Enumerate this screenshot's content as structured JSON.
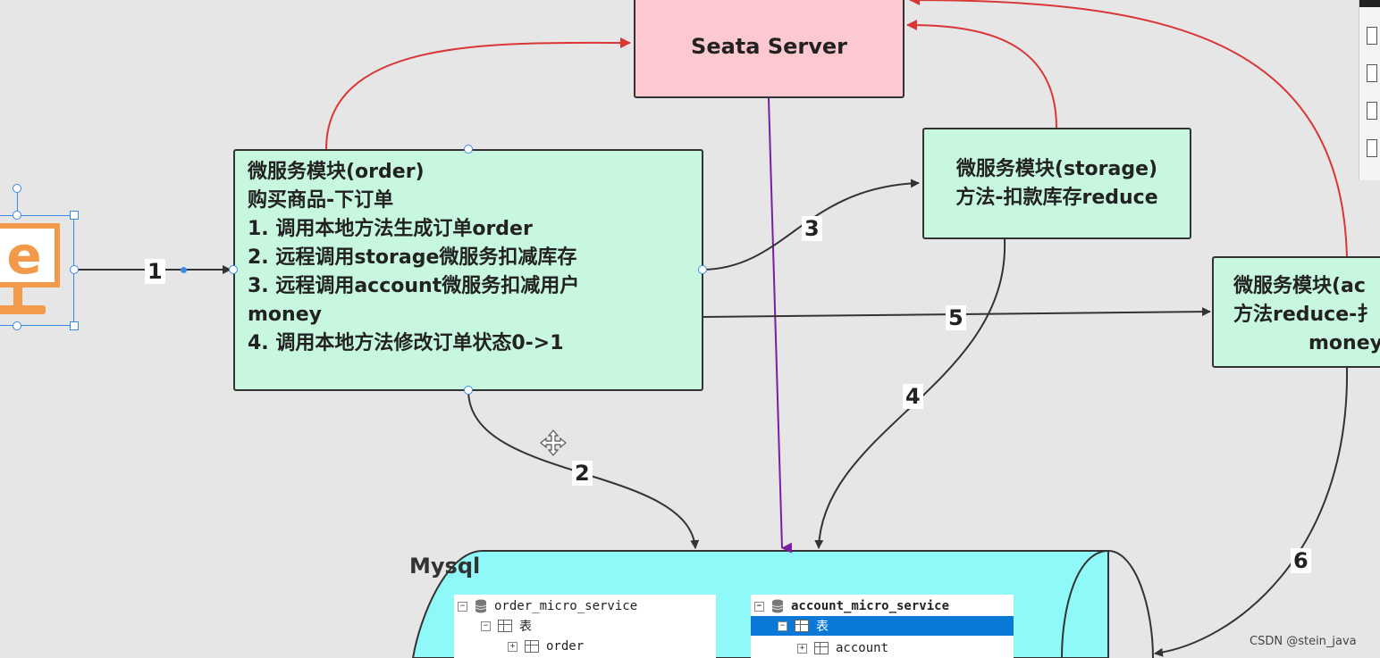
{
  "nodes": {
    "seata": "Seata Server",
    "order": {
      "lines": [
        "微服务模块(order)",
        "购买商品-下订单",
        "1. 调用本地方法生成订单order",
        "2. 远程调用storage微服务扣减库存",
        "3. 远程调用account微服务扣减用户",
        "money",
        "4. 调用本地方法修改订单状态0->1"
      ]
    },
    "storage": {
      "lines": [
        "微服务模块(storage)",
        "方法-扣款库存reduce"
      ]
    },
    "account": {
      "lines": [
        "微服务模块(ac",
        "方法reduce-扌",
        "money"
      ]
    },
    "mysql": "Mysql"
  },
  "edge_labels": {
    "e1": "1",
    "e2": "2",
    "e3": "3",
    "e4": "4",
    "e5": "5",
    "e6": "6"
  },
  "db_panels": {
    "left": {
      "db": "order_micro_service",
      "group": "表",
      "table": "order"
    },
    "right": {
      "db": "account_micro_service",
      "group": "表",
      "table": "account"
    }
  },
  "logo_glyph": "e",
  "watermark": "CSDN @stein_java",
  "colors": {
    "node_green": "#c7f7df",
    "server_pink": "#fdc9d1",
    "mysql_cyan": "#8ff8f8",
    "red_edge": "#d93636",
    "purple_edge": "#7b1fa2",
    "dark_edge": "#333333",
    "selection_blue": "#3b8ae6",
    "logo_orange": "#f39a4a"
  }
}
